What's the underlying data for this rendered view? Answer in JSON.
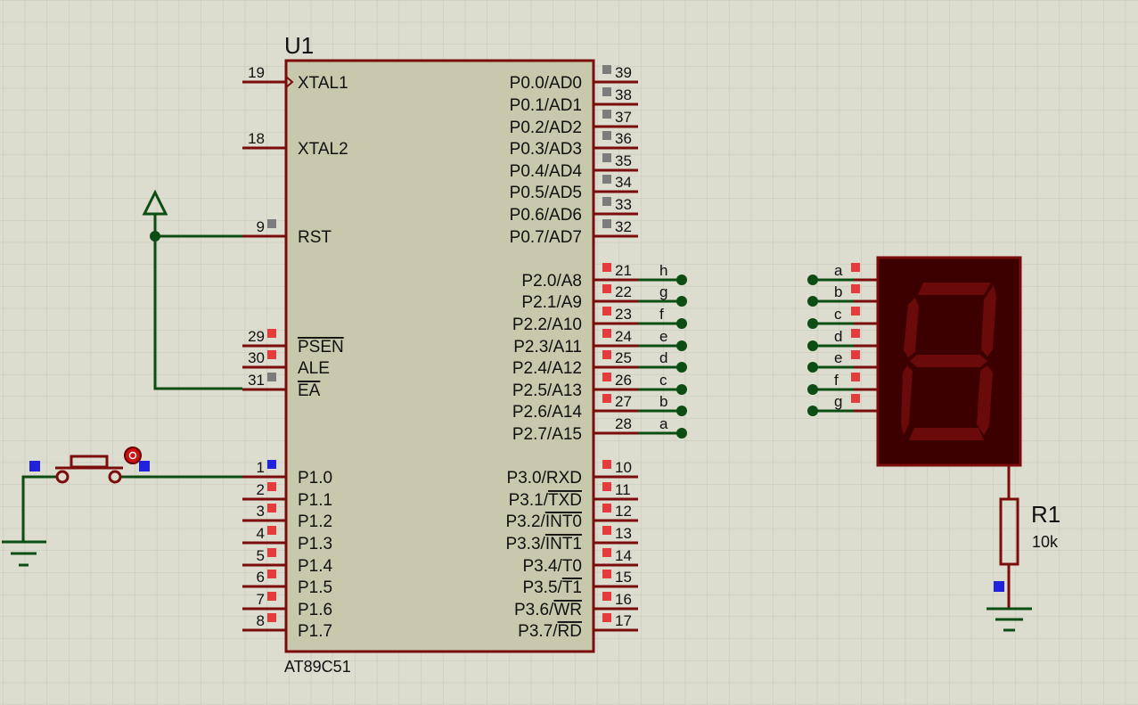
{
  "mcu": {
    "ref": "U1",
    "part": "AT89C51",
    "left_pins": [
      {
        "num": "19",
        "name": "XTAL1",
        "clock": true,
        "square": "none"
      },
      {
        "num": "18",
        "name": "XTAL2",
        "square": "none"
      },
      {
        "num": "9",
        "name": "RST",
        "square": "gray"
      },
      {
        "num": "29",
        "name": "PSEN",
        "overline": true,
        "square": "red"
      },
      {
        "num": "30",
        "name": "ALE",
        "square": "red"
      },
      {
        "num": "31",
        "name": "EA",
        "overline": true,
        "square": "gray"
      },
      {
        "num": "1",
        "name": "P1.0",
        "square": "blue"
      },
      {
        "num": "2",
        "name": "P1.1",
        "square": "red"
      },
      {
        "num": "3",
        "name": "P1.2",
        "square": "red"
      },
      {
        "num": "4",
        "name": "P1.3",
        "square": "red"
      },
      {
        "num": "5",
        "name": "P1.4",
        "square": "red"
      },
      {
        "num": "6",
        "name": "P1.5",
        "square": "red"
      },
      {
        "num": "7",
        "name": "P1.6",
        "square": "red"
      },
      {
        "num": "8",
        "name": "P1.7",
        "square": "red"
      }
    ],
    "right_pins": [
      {
        "num": "39",
        "name": "P0.0/AD0",
        "square": "gray"
      },
      {
        "num": "38",
        "name": "P0.1/AD1",
        "square": "gray"
      },
      {
        "num": "37",
        "name": "P0.2/AD2",
        "square": "gray"
      },
      {
        "num": "36",
        "name": "P0.3/AD3",
        "square": "gray"
      },
      {
        "num": "35",
        "name": "P0.4/AD4",
        "square": "gray"
      },
      {
        "num": "34",
        "name": "P0.5/AD5",
        "square": "gray"
      },
      {
        "num": "33",
        "name": "P0.6/AD6",
        "square": "gray"
      },
      {
        "num": "32",
        "name": "P0.7/AD7",
        "square": "gray"
      },
      {
        "num": "21",
        "name": "P2.0/A8",
        "square": "red",
        "net": "h"
      },
      {
        "num": "22",
        "name": "P2.1/A9",
        "square": "red",
        "net": "g"
      },
      {
        "num": "23",
        "name": "P2.2/A10",
        "square": "red",
        "net": "f"
      },
      {
        "num": "24",
        "name": "P2.3/A11",
        "square": "red",
        "net": "e"
      },
      {
        "num": "25",
        "name": "P2.4/A12",
        "square": "red",
        "net": "d"
      },
      {
        "num": "26",
        "name": "P2.5/A13",
        "square": "red",
        "net": "c"
      },
      {
        "num": "27",
        "name": "P2.6/A14",
        "square": "red",
        "net": "b"
      },
      {
        "num": "28",
        "name": "P2.7/A15",
        "square": "none",
        "net": "a"
      },
      {
        "num": "10",
        "name": "P3.0/RXD",
        "square": "red"
      },
      {
        "num": "11",
        "name": "P3.1/TXD",
        "over": "TXD",
        "square": "red"
      },
      {
        "num": "12",
        "name": "P3.2/INT0",
        "over": "INT0",
        "square": "red"
      },
      {
        "num": "13",
        "name": "P3.3/INT1",
        "over": "INT1",
        "square": "red"
      },
      {
        "num": "14",
        "name": "P3.4/T0",
        "square": "red"
      },
      {
        "num": "15",
        "name": "P3.5/T1",
        "over": "T1",
        "square": "red"
      },
      {
        "num": "16",
        "name": "P3.6/WR",
        "over": "WR",
        "square": "red"
      },
      {
        "num": "17",
        "name": "P3.7/RD",
        "over": "RD",
        "square": "red"
      }
    ]
  },
  "display": {
    "pins": [
      "a",
      "b",
      "c",
      "d",
      "e",
      "f",
      "g"
    ]
  },
  "resistor": {
    "ref": "R1",
    "value": "10k"
  },
  "colors": {
    "background": "#dcdccf",
    "grid": "#c6c6b8",
    "body_fill": "#c8c8ac",
    "body_stroke": "#7b0c0c",
    "pin_line": "#7b0c0c",
    "wire": "#0c4d14",
    "pin_red": "#e43c3c",
    "pin_gray": "#7c7c7c",
    "pin_blue": "#2222dd",
    "display_bg": "#3c0000",
    "segment_off": "#6a0a0a"
  }
}
